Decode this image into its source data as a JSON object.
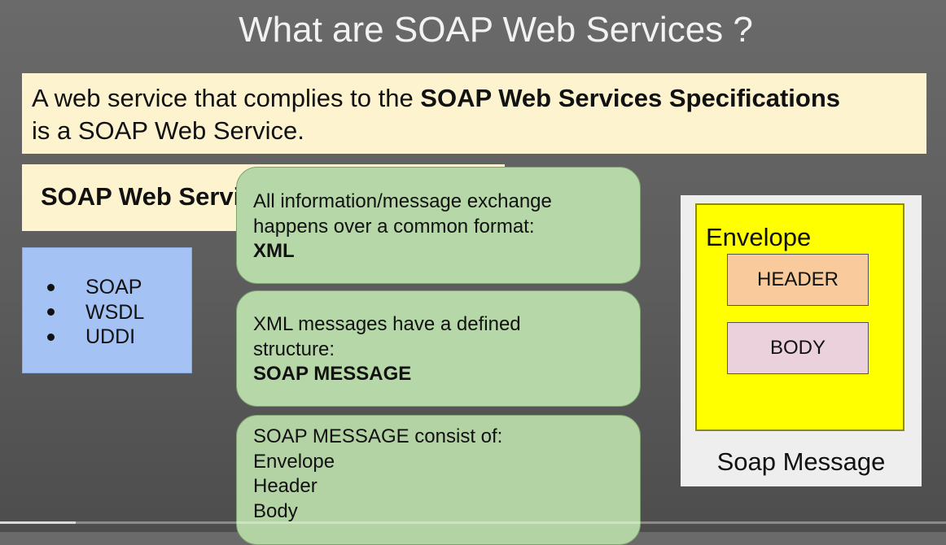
{
  "slide": {
    "title": "What are SOAP Web Services ?",
    "definition": {
      "prefix": "A web service that complies to the ",
      "bold": "SOAP Web Services Specifications",
      "suffix": "is a SOAP Web Service."
    },
    "section_heading": "SOAP Web Services",
    "list_items": [
      "SOAP",
      "WSDL",
      "UDDI"
    ],
    "cards": [
      {
        "line1": "All information/message exchange",
        "line2": "happens over a common format:",
        "strong": "XML"
      },
      {
        "line1": "XML messages have a defined",
        "line2": "structure:",
        "strong": "SOAP MESSAGE"
      },
      {
        "line1": "SOAP MESSAGE consist of:",
        "items": [
          "Envelope",
          "Header",
          "Body"
        ]
      }
    ],
    "diagram": {
      "envelope_label": "Envelope",
      "header_label": "HEADER",
      "body_label": "BODY",
      "caption": "Soap Message"
    }
  },
  "video": {
    "progress": 0.08
  },
  "colors": {
    "definition_bg": "#fdf3cf",
    "list_bg": "#a4c2f4",
    "card_bg": "#b6d7a8",
    "envelope_bg": "#ffff00",
    "header_bg": "#f9cb9c",
    "body_bg": "#ead1dc"
  }
}
